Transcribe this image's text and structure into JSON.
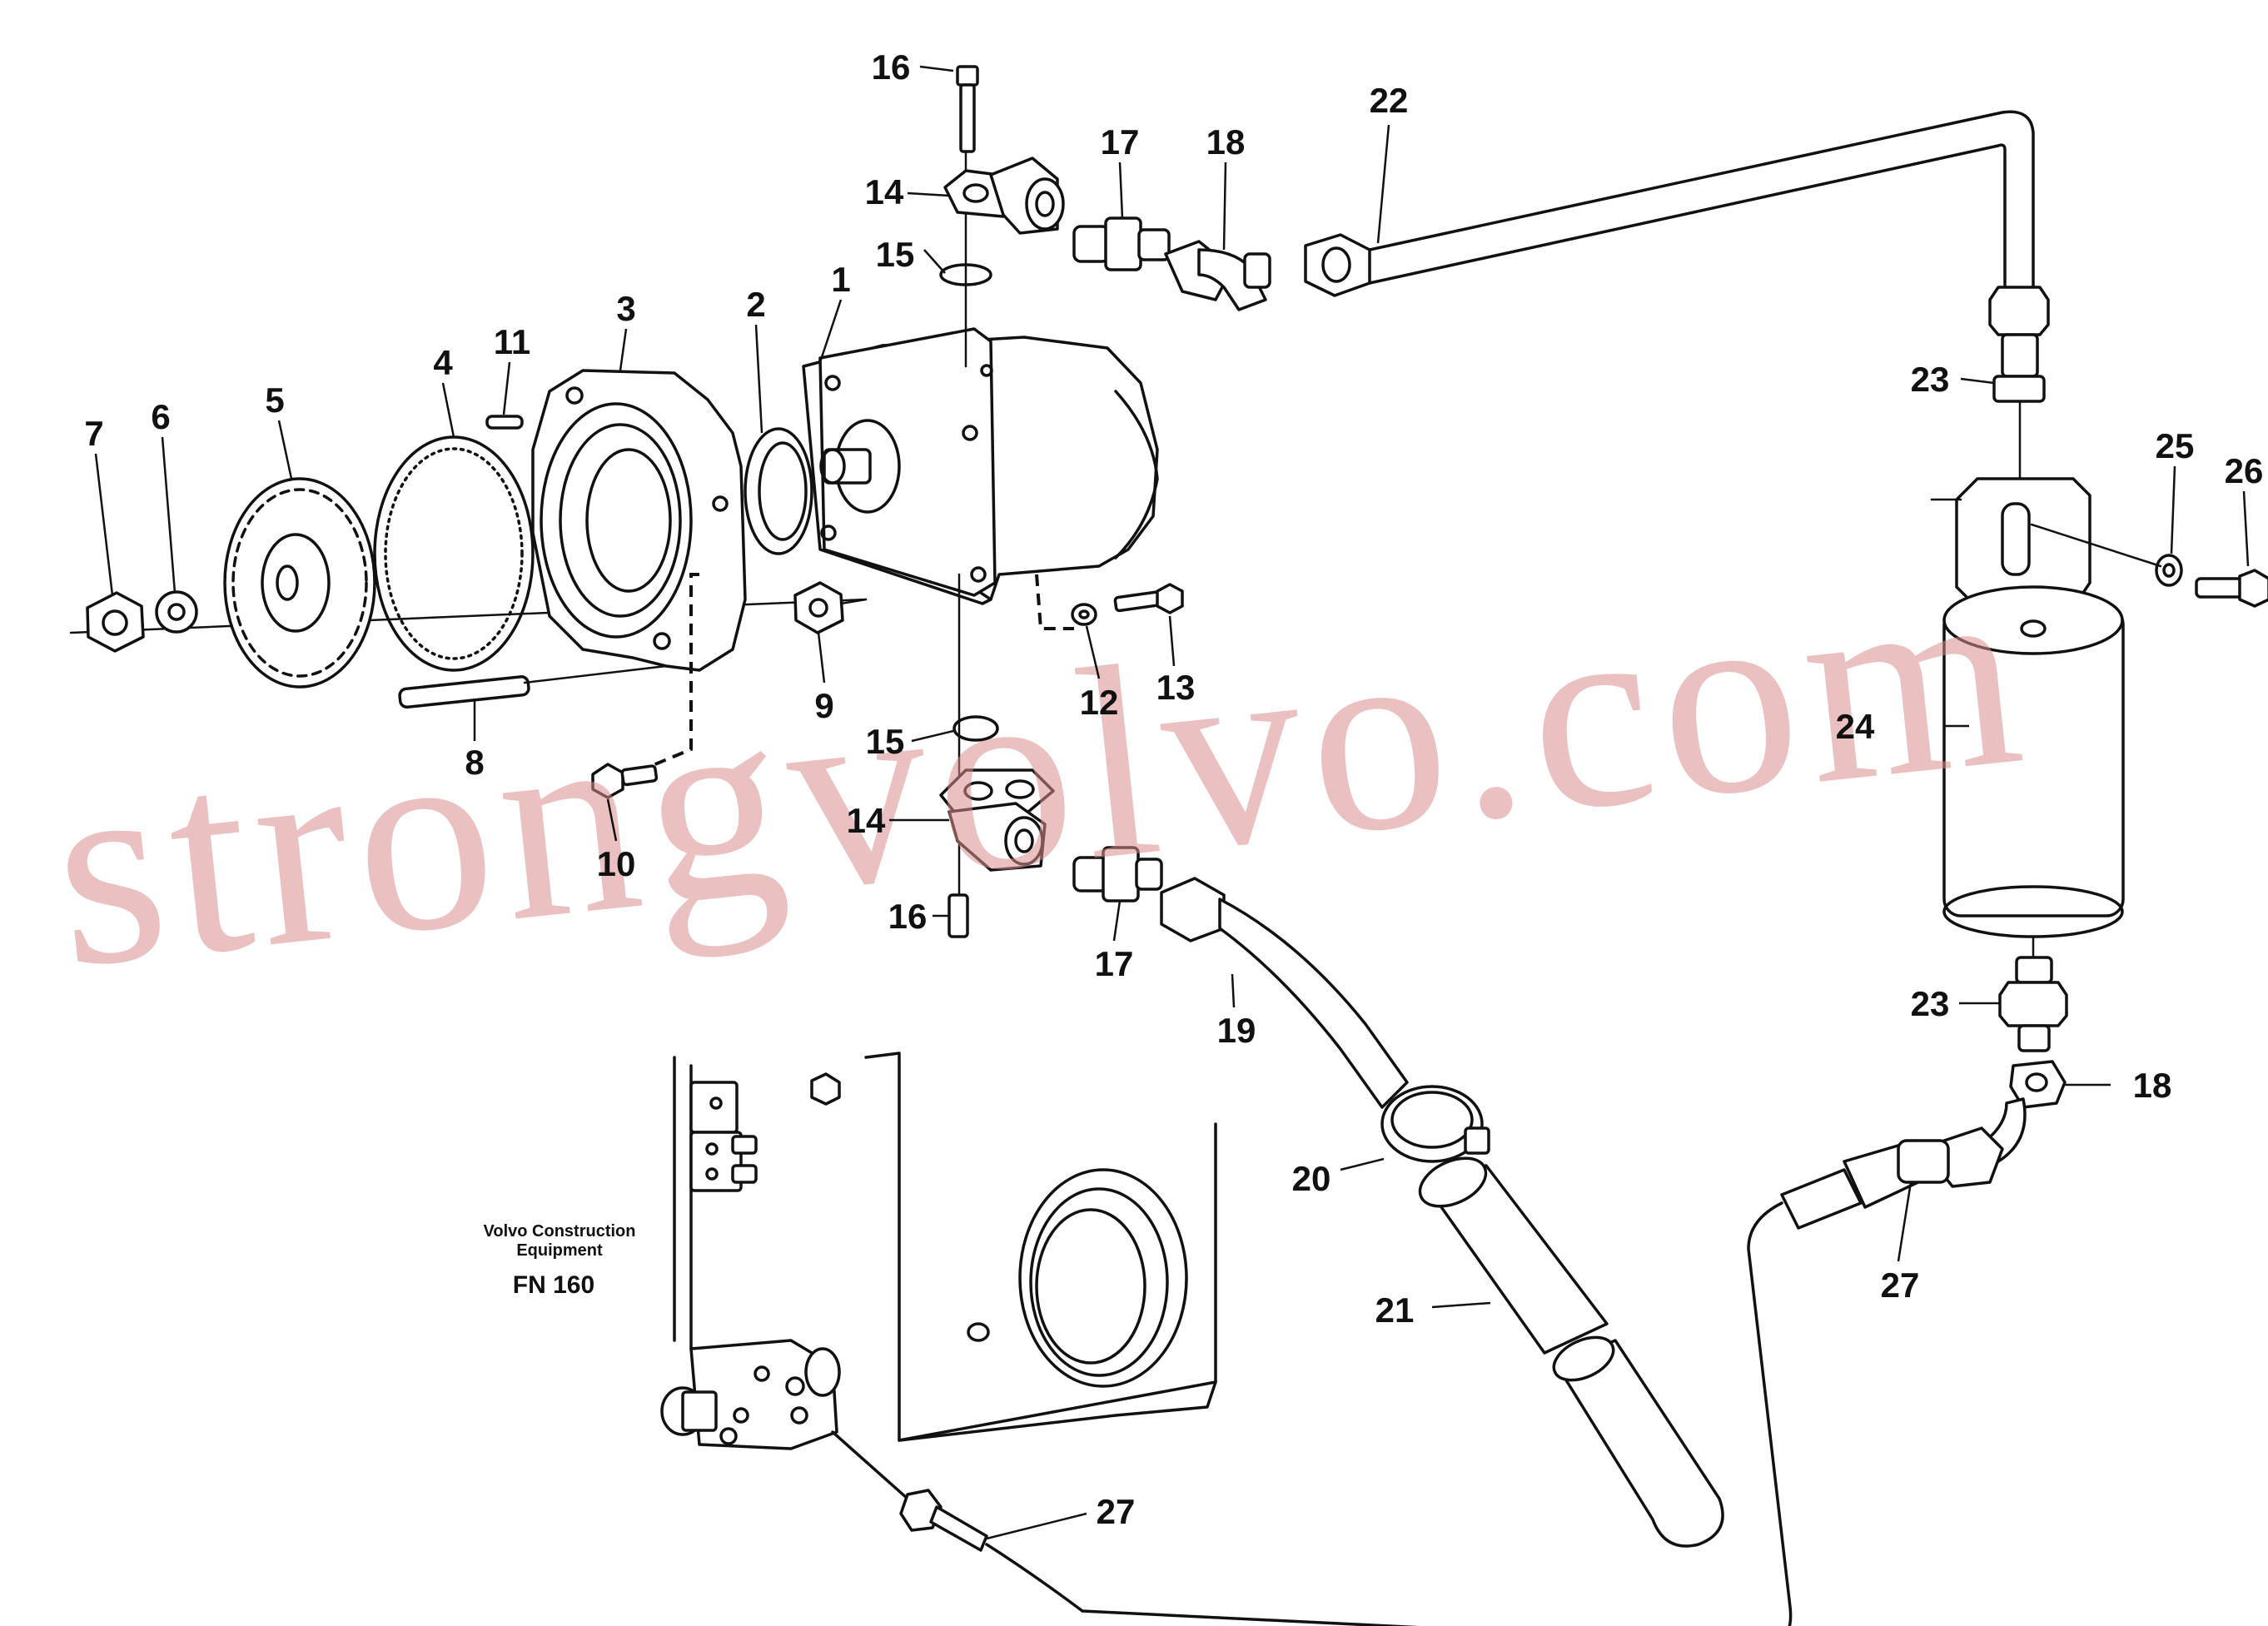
{
  "diagram": {
    "caption_line1": "Volvo Construction",
    "caption_line2": "Equipment",
    "code": "FN 160",
    "watermark": "strongvolvo.com",
    "callouts": [
      {
        "id": "c1",
        "label": "1"
      },
      {
        "id": "c2",
        "label": "2"
      },
      {
        "id": "c3",
        "label": "3"
      },
      {
        "id": "c4",
        "label": "4"
      },
      {
        "id": "c5",
        "label": "5"
      },
      {
        "id": "c6",
        "label": "6"
      },
      {
        "id": "c7",
        "label": "7"
      },
      {
        "id": "c8",
        "label": "8"
      },
      {
        "id": "c9",
        "label": "9"
      },
      {
        "id": "c10",
        "label": "10"
      },
      {
        "id": "c11",
        "label": "11"
      },
      {
        "id": "c12",
        "label": "12"
      },
      {
        "id": "c13",
        "label": "13"
      },
      {
        "id": "c14a",
        "label": "14"
      },
      {
        "id": "c14b",
        "label": "14"
      },
      {
        "id": "c15a",
        "label": "15"
      },
      {
        "id": "c15b",
        "label": "15"
      },
      {
        "id": "c16a",
        "label": "16"
      },
      {
        "id": "c16b",
        "label": "16"
      },
      {
        "id": "c17a",
        "label": "17"
      },
      {
        "id": "c17b",
        "label": "17"
      },
      {
        "id": "c18a",
        "label": "18"
      },
      {
        "id": "c18b",
        "label": "18"
      },
      {
        "id": "c19",
        "label": "19"
      },
      {
        "id": "c20",
        "label": "20"
      },
      {
        "id": "c21",
        "label": "21"
      },
      {
        "id": "c22",
        "label": "22"
      },
      {
        "id": "c23a",
        "label": "23"
      },
      {
        "id": "c23b",
        "label": "23"
      },
      {
        "id": "c24",
        "label": "24"
      },
      {
        "id": "c25",
        "label": "25"
      },
      {
        "id": "c26",
        "label": "26"
      },
      {
        "id": "c27a",
        "label": "27"
      },
      {
        "id": "c27b",
        "label": "27"
      }
    ]
  }
}
